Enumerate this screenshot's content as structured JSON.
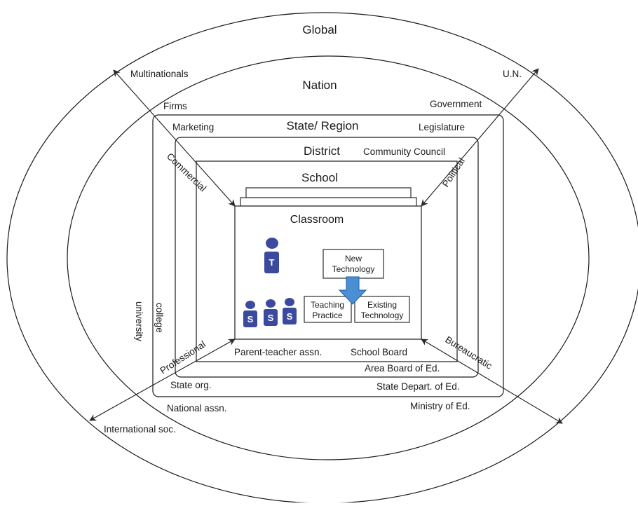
{
  "colors": {
    "line": "#1a1a1a",
    "person": "#3b4a9e",
    "arrow_fill": "#4a8fd4",
    "arrow_stroke": "#1f5fa5"
  },
  "levels": {
    "global": "Global",
    "nation": "Nation",
    "state_region": "State/ Region",
    "district": "District",
    "school": "School",
    "classroom": "Classroom"
  },
  "labels": {
    "multinationals": "Multinationals",
    "firms": "Firms",
    "marketing": "Marketing",
    "commercial": "Commercial",
    "un": "U.N.",
    "government": "Government",
    "legislature": "Legislature",
    "community_council": "Community Council",
    "political": "Political",
    "professional": "Professional",
    "state_org": "State org.",
    "national_assn": "National assn.",
    "international_soc": "International soc.",
    "university": "university",
    "college": "college",
    "parent_teacher": "Parent-teacher assn.",
    "school_board": "School Board",
    "area_board": "Area Board of Ed.",
    "state_depart": "State Depart. of Ed.",
    "ministry": "Ministry of Ed.",
    "bureaucratic": "Bureaucratic"
  },
  "classroom": {
    "teacher_letter": "T",
    "student_letter": "S",
    "new_tech_line1": "New",
    "new_tech_line2": "Technology",
    "teaching_line1": "Teaching",
    "teaching_line2": "Practice",
    "existing_line1": "Existing",
    "existing_line2": "Technology"
  }
}
